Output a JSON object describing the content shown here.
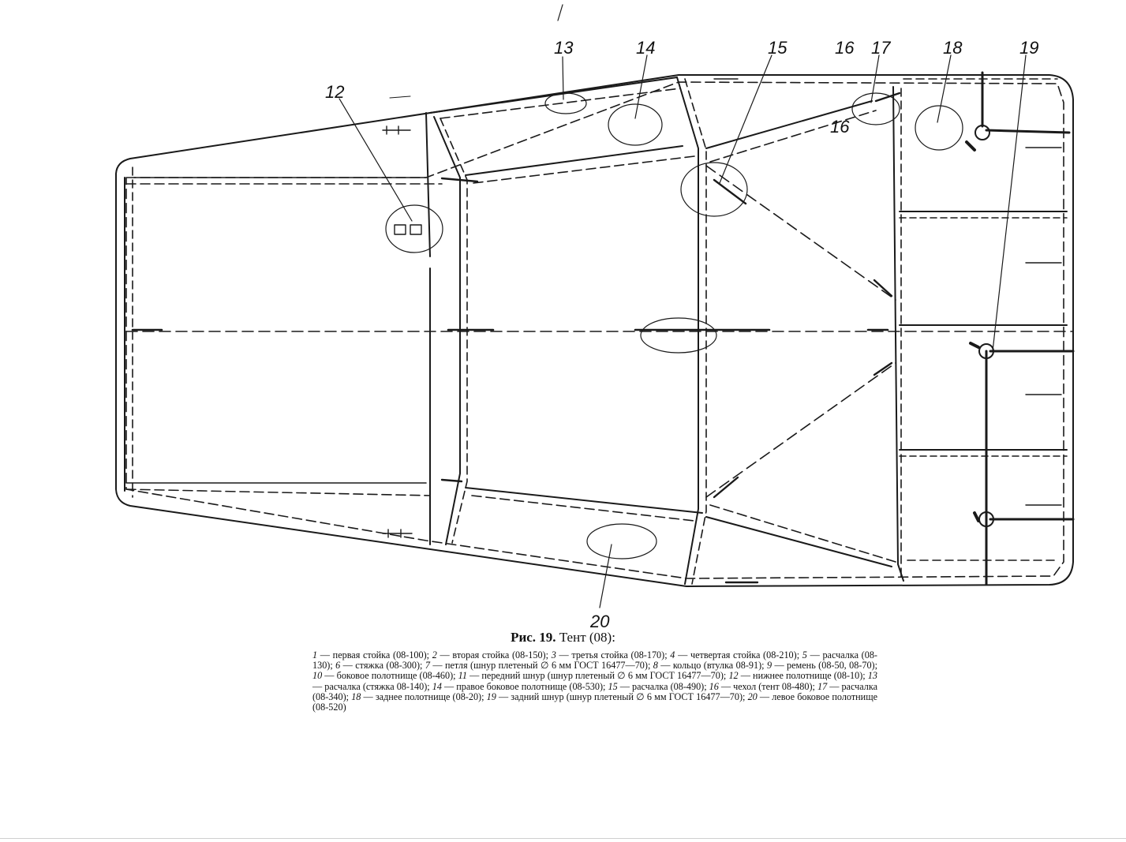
{
  "figure": {
    "caption_prefix": "Рис. 19.",
    "caption_title": "Тент (08):",
    "callouts": [
      "12",
      "13",
      "14",
      "15",
      "16",
      "17",
      "18",
      "19",
      "20"
    ],
    "legend": [
      {
        "num": "1",
        "text": "— первая стойка (08-100);"
      },
      {
        "num": "2",
        "text": "— вторая стойка (08-150);"
      },
      {
        "num": "3",
        "text": "— третья стойка (08-170);"
      },
      {
        "num": "4",
        "text": "— четвертая стойка (08-210);"
      },
      {
        "num": "5",
        "text": "— расчалка (08-130);"
      },
      {
        "num": "6",
        "text": "— стяжка (08-300);"
      },
      {
        "num": "7",
        "text": "— петля (шнур плетеный ∅ 6 мм ГОСТ 16477—70);"
      },
      {
        "num": "8",
        "text": "— кольцо (втулка 08-91);"
      },
      {
        "num": "9",
        "text": "— ремень (08-50, 08-70);"
      },
      {
        "num": "10",
        "text": "— боковое полотнище (08-460);"
      },
      {
        "num": "11",
        "text": "— передний шнур (шнур плетеный ∅ 6 мм ГОСТ 16477—70);"
      },
      {
        "num": "12",
        "text": "— нижнее полотнище (08-10);"
      },
      {
        "num": "13",
        "text": "— расчалка (стяжка 08-140);"
      },
      {
        "num": "14",
        "text": "— правое боковое полотнище (08-530);"
      },
      {
        "num": "15",
        "text": "— расчалка (08-490);"
      },
      {
        "num": "16",
        "text": "— чехол (тент 08-480);"
      },
      {
        "num": "17",
        "text": "— расчалка (08-340);"
      },
      {
        "num": "18",
        "text": "— заднее полотнище (08-20);"
      },
      {
        "num": "19",
        "text": "— задний шнур (шнур плетеный ∅ 6 мм ГОСТ 16477—70);"
      },
      {
        "num": "20",
        "text": "— левое боковое полотнище (08-520)"
      }
    ]
  }
}
